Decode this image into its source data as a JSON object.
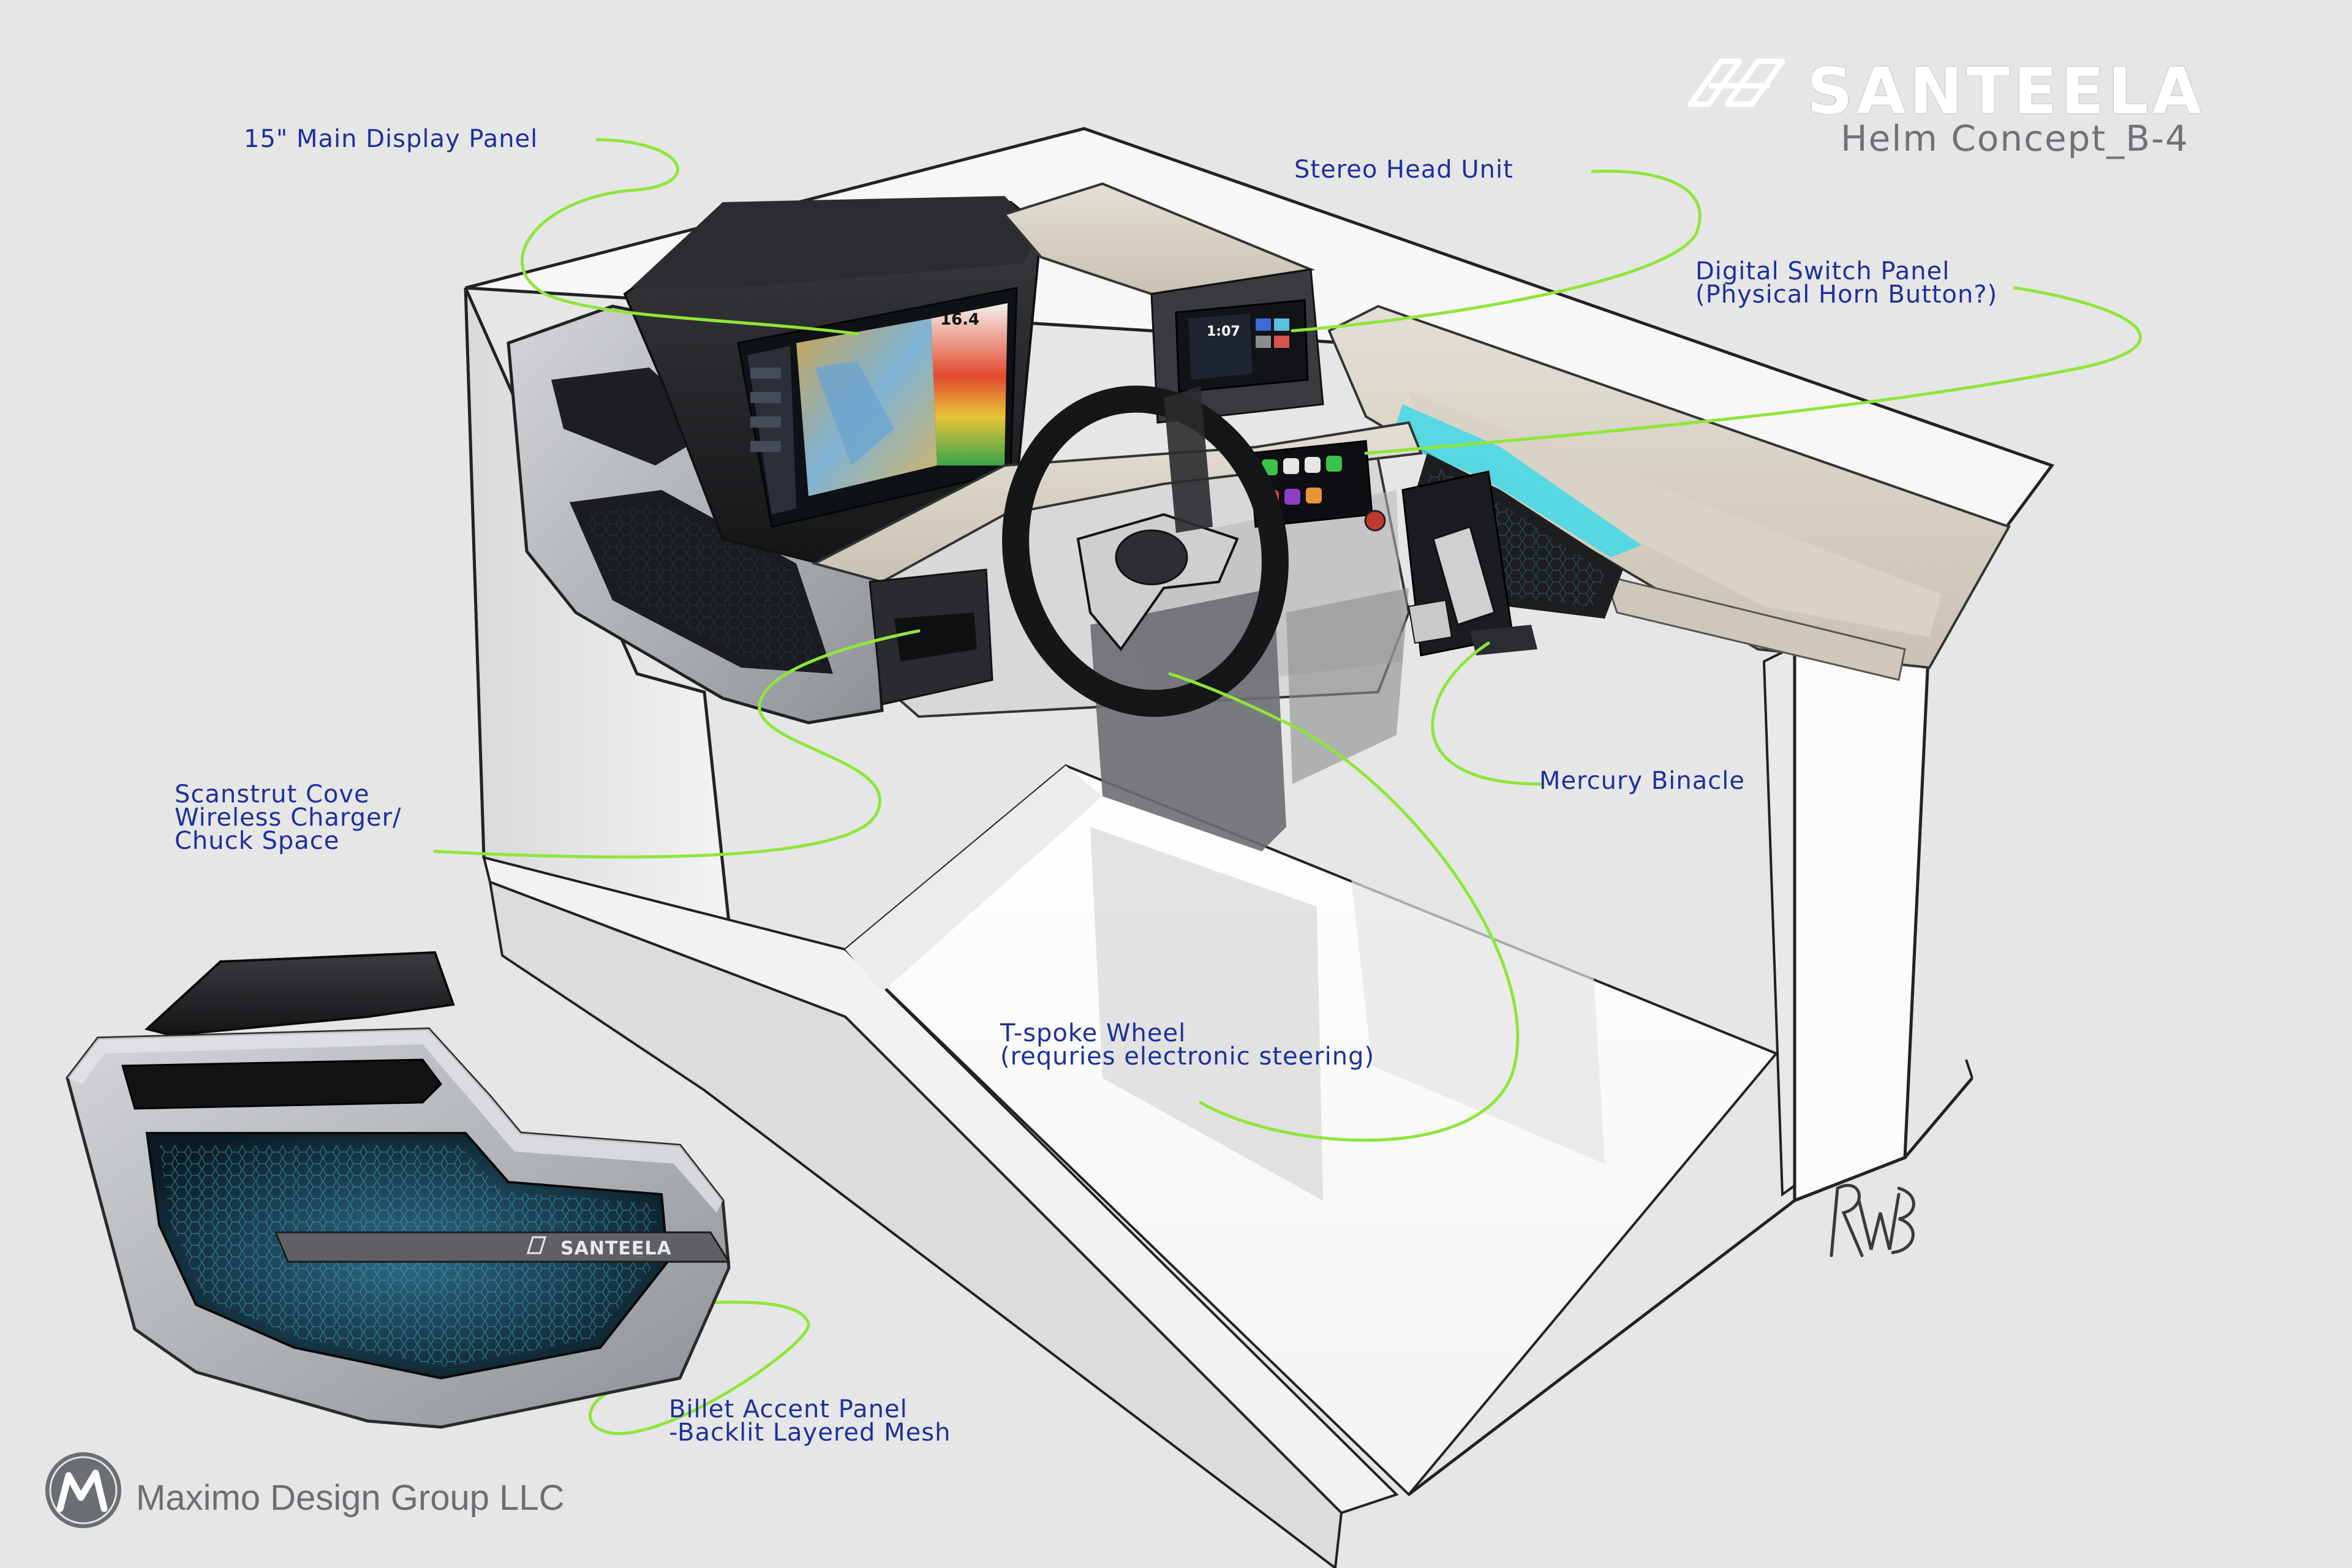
{
  "brand": {
    "name": "SANTEELA",
    "subtitle": "Helm Concept_B-4",
    "logo_icon": "santeela-logo-icon"
  },
  "company": {
    "name": "Maximo Design Group LLC",
    "logo_icon": "maximo-m-logo-icon"
  },
  "signature_icon": "rwb-signature-icon",
  "callouts": {
    "main_display": [
      "15\" Main Display Panel"
    ],
    "stereo": [
      "Stereo Head Unit"
    ],
    "switch_panel": [
      "Digital Switch Panel",
      "(Physical Horn Button?)"
    ],
    "charger": [
      "Scanstrut Cove",
      "Wireless Charger/",
      "Chuck Space"
    ],
    "binacle": [
      "Mercury Binacle"
    ],
    "wheel": [
      "T-spoke Wheel",
      "(requries electronic steering)"
    ],
    "billet": [
      "Billet Accent Panel",
      "-Backlit Layered Mesh"
    ]
  },
  "screens": {
    "stereo_time": "1:07",
    "display_readout": "16.4"
  },
  "billet_badge": "SANTEELA",
  "colors": {
    "background": "#e6e6e7",
    "callout_text": "#1f2f9c",
    "leader_line": "#8ee63a",
    "accent_glow": "#3fd8e6",
    "console_tan": "#d8d2c6",
    "panel_silver": "#b9bcc0"
  }
}
